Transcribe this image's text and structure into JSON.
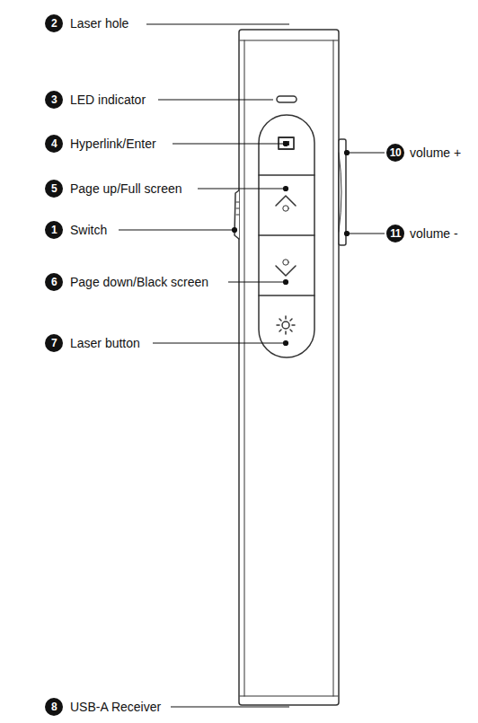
{
  "diagram": {
    "labels": [
      "2",
      "Laser hole",
      "3",
      "LED indicator",
      "4",
      "Hyperlink/Enter",
      "10",
      "volume +",
      "5",
      "Page up/Full screen",
      "1",
      "Switch",
      "11",
      "volume -",
      "6",
      "Page down/Black screen",
      "7",
      "Laser button",
      "8",
      "USB-A Receiver"
    ]
  }
}
